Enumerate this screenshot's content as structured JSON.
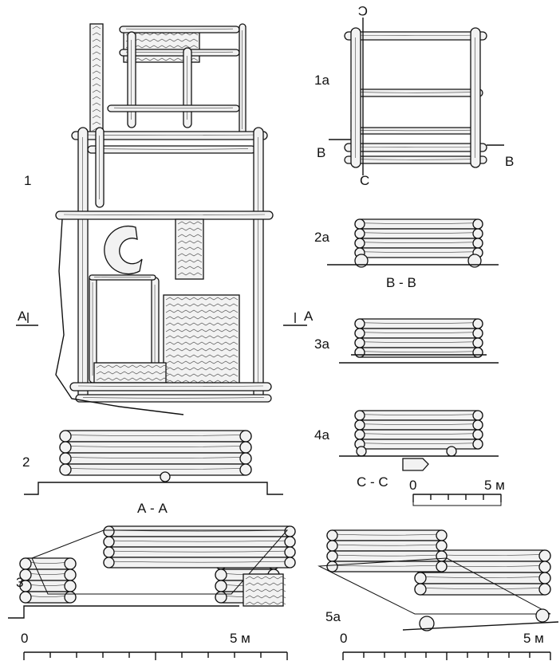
{
  "labels": {
    "fig1": "1",
    "fig1a": "1а",
    "fig2": "2",
    "fig2a": "2а",
    "fig3": "3",
    "fig3a": "3а",
    "fig4a": "4а",
    "fig5a": "5а",
    "section_aa": "А - А",
    "section_bb": "В - В",
    "section_cc": "С - С",
    "marker_a_left": "А",
    "marker_a_right": "А",
    "marker_b_left": "В",
    "marker_b_right": "В",
    "marker_c_top": "С",
    "marker_c_bottom": "С"
  },
  "scales": {
    "small": {
      "start": "0",
      "end": "5 м"
    },
    "bottom_left": {
      "start": "0",
      "end": "5 м"
    },
    "bottom_right": {
      "start": "0",
      "end": "5 м"
    }
  },
  "colors": {
    "ink": "#111111",
    "wood": "#f2f2f2"
  }
}
